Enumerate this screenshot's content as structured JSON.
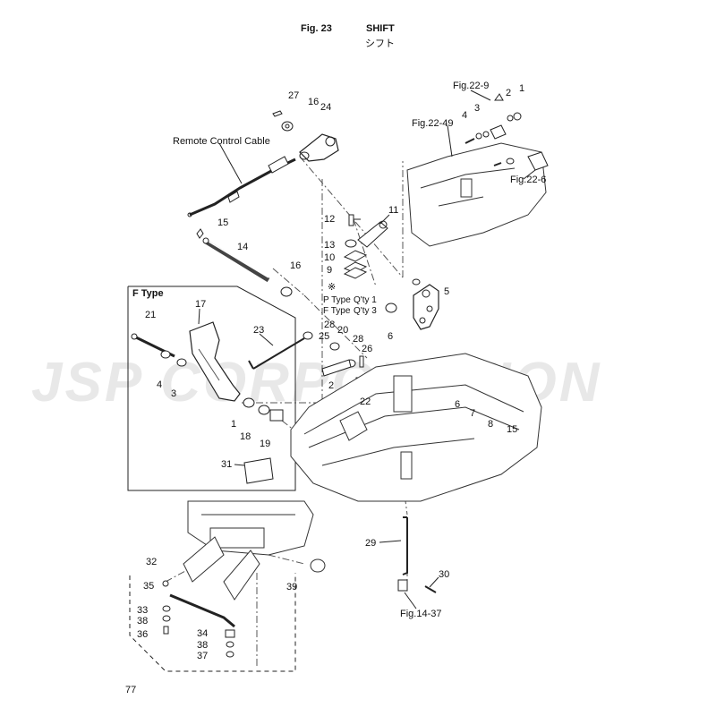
{
  "header": {
    "fig": "Fig. 23",
    "title": "SHIFT",
    "title_jp": "シフト"
  },
  "page_number": "77",
  "watermark": "JSP CORPORATION",
  "labels": {
    "remote_cable": "Remote Control Cable",
    "ftype": "F Type",
    "ref_22_9": "Fig.22-9",
    "ref_22_49": "Fig.22-49",
    "ref_22_6": "Fig.22-6",
    "ref_14_37": "Fig.14-37",
    "note_mark": "※",
    "p_type": "P Type",
    "p_qty": "Q'ty 1",
    "f_type": "F Type",
    "f_qty": "Q'ty 3"
  },
  "callouts": [
    "27",
    "16",
    "24",
    "2",
    "1",
    "4",
    "3",
    "12",
    "11",
    "13",
    "10",
    "9",
    "15",
    "14",
    "16",
    "5",
    "17",
    "21",
    "28",
    "20",
    "28",
    "23",
    "25",
    "26",
    "6",
    "4",
    "3",
    "2",
    "22",
    "6",
    "7",
    "8",
    "15",
    "1",
    "18",
    "19",
    "31",
    "29",
    "30",
    "32",
    "35",
    "33",
    "38",
    "36",
    "34",
    "38",
    "37",
    "39"
  ]
}
